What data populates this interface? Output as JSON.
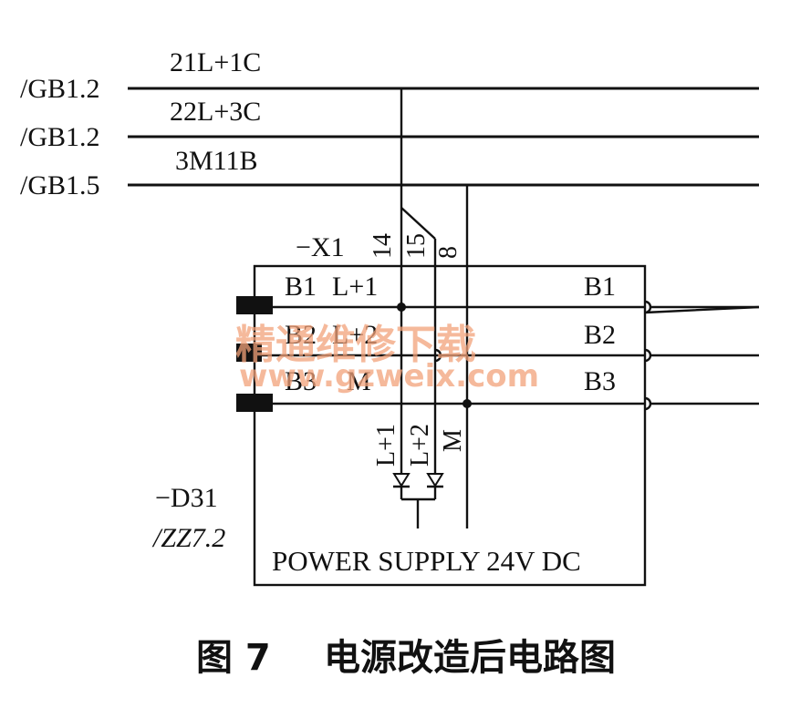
{
  "inputs": [
    {
      "ref": "/GB1.2",
      "wire": "21L+1C"
    },
    {
      "ref": "/GB1.2",
      "wire": "22L+3C"
    },
    {
      "ref": "/GB1.5",
      "wire": "3M11B"
    }
  ],
  "terminal_block": {
    "name": "−X1",
    "pins": [
      "14",
      "15",
      "8"
    ]
  },
  "rows": [
    {
      "left": "B1",
      "signal": "L+1",
      "right": "B1"
    },
    {
      "left": "B2",
      "signal": "L+2",
      "right": "B2"
    },
    {
      "left": "B3",
      "signal": "M",
      "right": "B3"
    }
  ],
  "outputs": [
    "L+1",
    "L+2",
    "M"
  ],
  "device": {
    "name": "−D31",
    "ref": "/ZZ7.2"
  },
  "box_label": "POWER SUPPLY 24V DC",
  "watermark": {
    "line1": "精通维修下载",
    "line2": "www.gzweix.com"
  },
  "caption": {
    "figure": "图 7",
    "title": "电源改造后电路图"
  }
}
